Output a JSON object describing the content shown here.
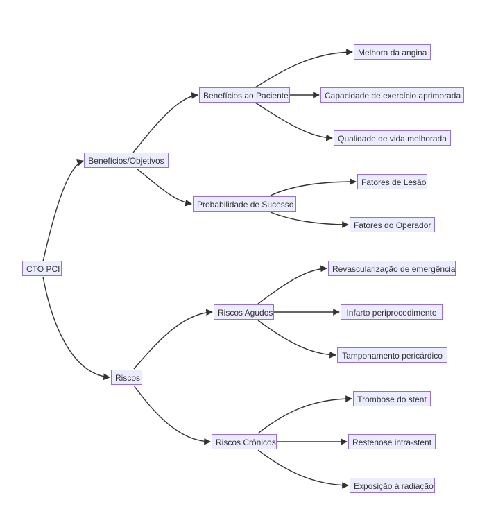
{
  "diagram": {
    "root": "CTO PCI",
    "benefits": {
      "label": "Benefícios/Objetivos",
      "patient": {
        "label": "Benefícios ao Paciente",
        "items": [
          "Melhora da angina",
          "Capacidade de exercício aprimorada",
          "Qualidade de vida melhorada"
        ]
      },
      "success": {
        "label": "Probabilidade de Sucesso",
        "items": [
          "Fatores de Lesão",
          "Fatores do Operador"
        ]
      }
    },
    "risks": {
      "label": "Riscos",
      "acute": {
        "label": "Riscos Agudos",
        "items": [
          "Revascularização de emergência",
          "Infarto periprocedimento",
          "Tamponamento pericárdico"
        ]
      },
      "chronic": {
        "label": "Riscos Crônicos",
        "items": [
          "Trombose do stent",
          "Restenose intra-stent",
          "Exposição à radiação"
        ]
      }
    },
    "colors": {
      "node_fill": "#ececff",
      "node_border": "#9370db",
      "text": "#333333",
      "edge": "#333333"
    }
  }
}
